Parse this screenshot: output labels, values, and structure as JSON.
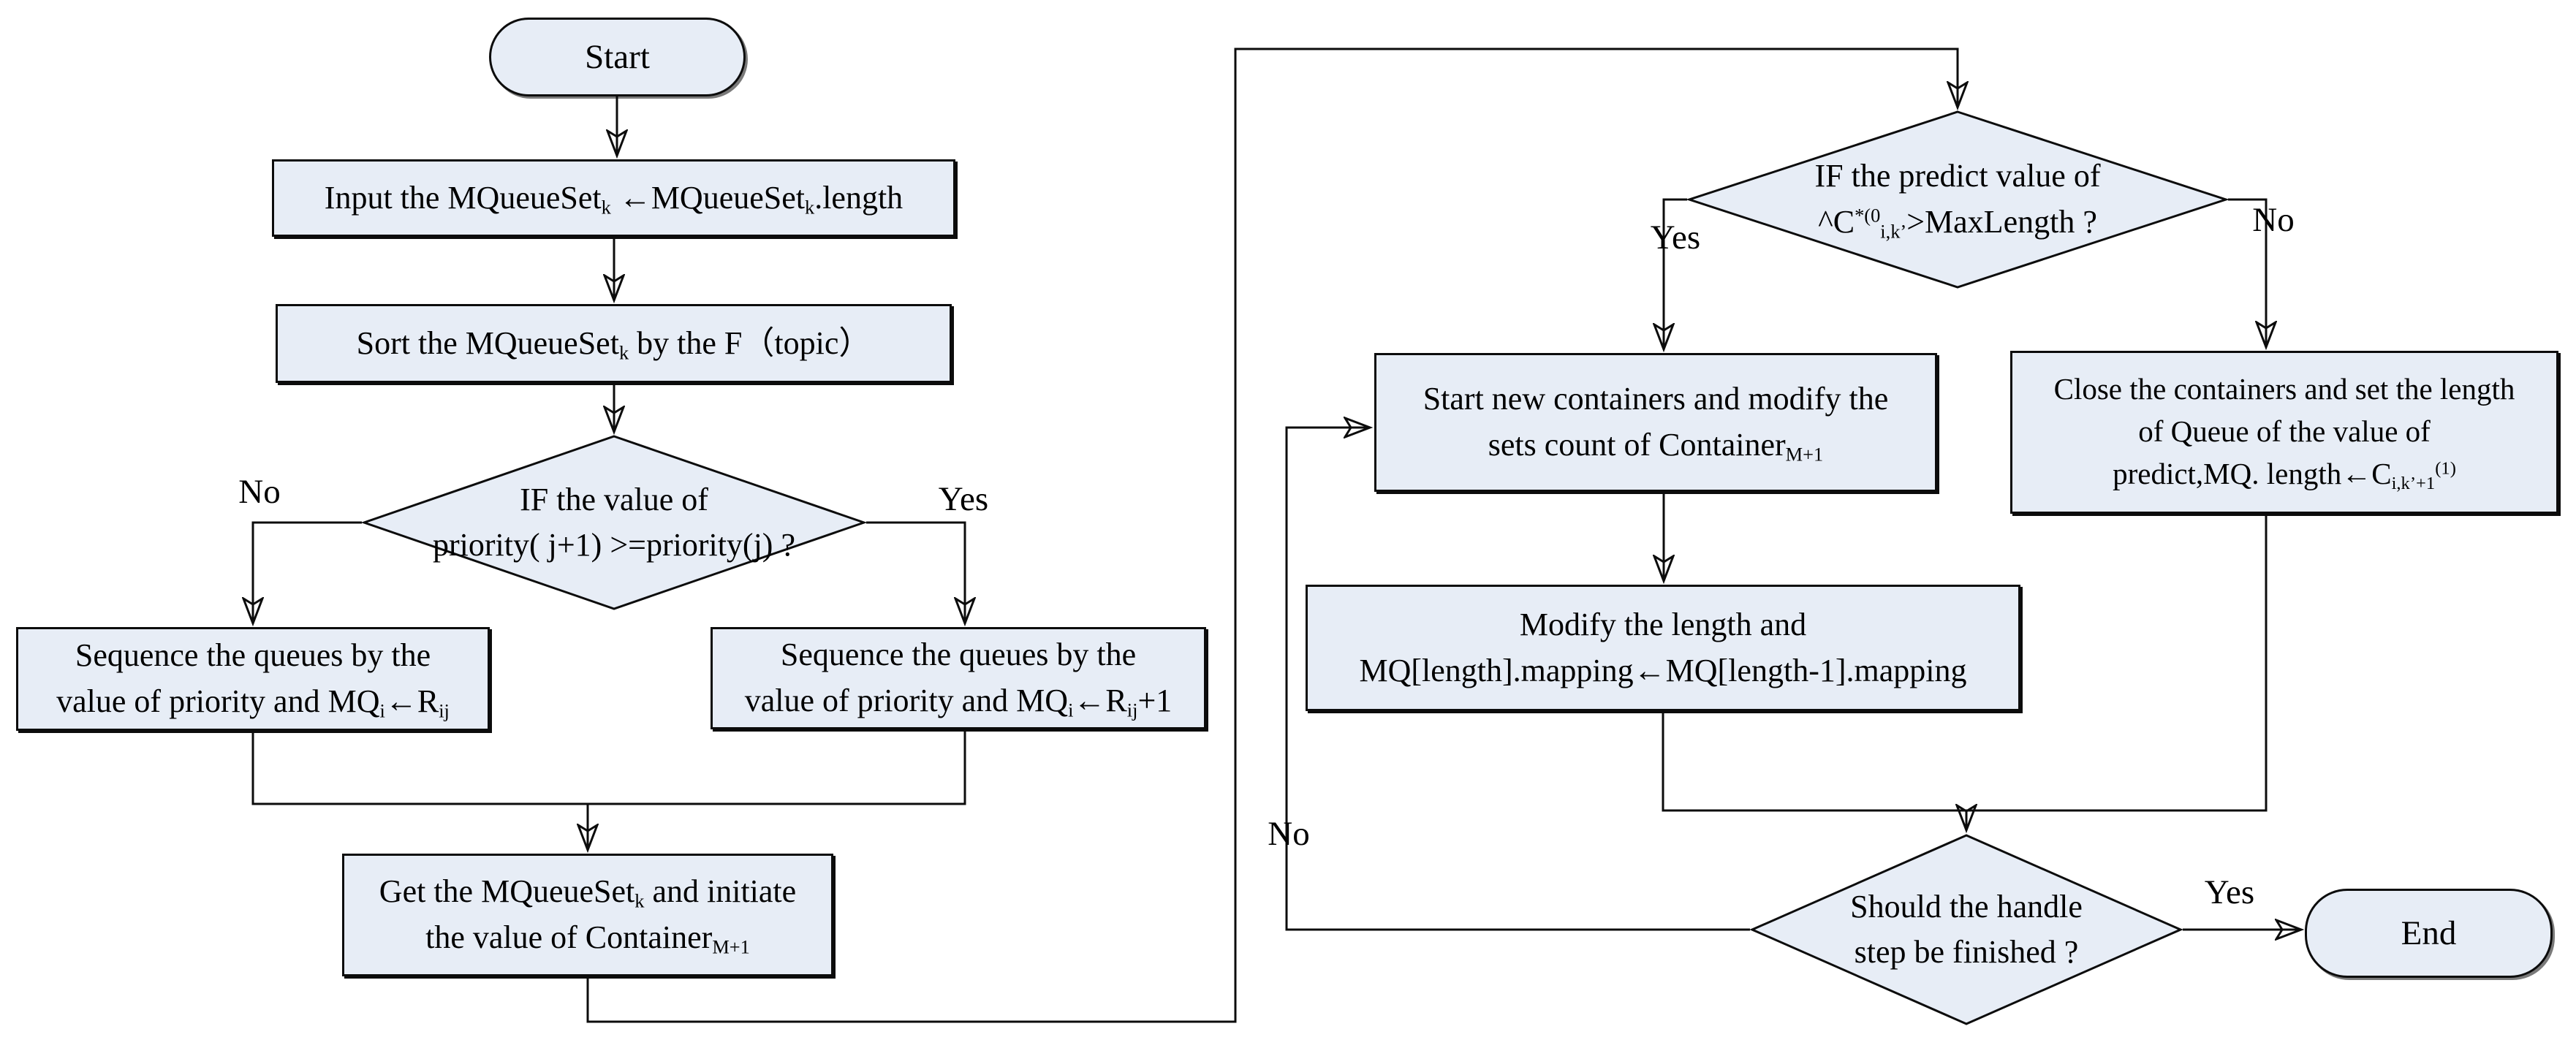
{
  "colors": {
    "node_fill": "#e7edf6",
    "node_border": "#0c0c0c",
    "connector": "#0c0c0c"
  },
  "nodes": {
    "start": {
      "label": "Start"
    },
    "input": {
      "lines": [
        [
          [
            "Input the MQueueSet"
          ],
          [
            "k",
            "sub"
          ],
          [
            " ←MQueueSet"
          ],
          [
            "k",
            "sub"
          ],
          [
            ".length"
          ]
        ]
      ]
    },
    "sort": {
      "lines": [
        [
          [
            "Sort the MQueueSet"
          ],
          [
            "k",
            "sub"
          ],
          [
            " by the F（topic）"
          ]
        ]
      ]
    },
    "decision_priority": {
      "lines": [
        [
          [
            "IF the value of"
          ]
        ],
        [
          [
            "priority( j+1) >=priority(j) ?"
          ]
        ]
      ]
    },
    "sequence_left": {
      "lines": [
        [
          [
            "Sequence the queues by the"
          ]
        ],
        [
          [
            "value of priority and MQ"
          ],
          [
            "i",
            "sub"
          ],
          [
            "←R"
          ],
          [
            "ij",
            "sub"
          ]
        ]
      ]
    },
    "sequence_right": {
      "lines": [
        [
          [
            "Sequence the queues by the"
          ]
        ],
        [
          [
            "value of priority and MQ"
          ],
          [
            "i",
            "sub"
          ],
          [
            "←R"
          ],
          [
            "ij",
            "sub"
          ],
          [
            "+1"
          ]
        ]
      ]
    },
    "get_initiate": {
      "lines": [
        [
          [
            "Get the MQueueSet"
          ],
          [
            "k",
            "sub"
          ],
          [
            " and initiate"
          ]
        ],
        [
          [
            "the value of Container"
          ],
          [
            "M+1",
            "sub"
          ]
        ]
      ]
    },
    "decision_predict": {
      "lines": [
        [
          [
            "IF the predict value of"
          ]
        ],
        [
          [
            "^C"
          ],
          [
            "*(0",
            "sup"
          ],
          [
            "i,k’",
            "sub"
          ],
          [
            ">MaxLength ?"
          ]
        ]
      ]
    },
    "start_new_containers": {
      "lines": [
        [
          [
            "Start new containers and modify the"
          ]
        ],
        [
          [
            "sets count of Container"
          ],
          [
            "M+1",
            "sub"
          ]
        ]
      ]
    },
    "close_containers": {
      "lines": [
        [
          [
            "Close the containers and set the length"
          ]
        ],
        [
          [
            "of Queue of the value of"
          ]
        ],
        [
          [
            "predict,MQ. length←C"
          ],
          [
            "i,k’+1",
            "sub"
          ],
          [
            "(1)",
            "sup"
          ]
        ]
      ]
    },
    "modify_length": {
      "lines": [
        [
          [
            "Modify the length and"
          ]
        ],
        [
          [
            "MQ[length].mapping←MQ[length-1].mapping"
          ]
        ]
      ]
    },
    "decision_finish": {
      "lines": [
        [
          [
            "Should the handle"
          ]
        ],
        [
          [
            "step be finished ?"
          ]
        ]
      ]
    },
    "end": {
      "label": "End"
    }
  },
  "edge_labels": {
    "d1_no": "No",
    "d1_yes": "Yes",
    "d2_yes": "Yes",
    "d2_no": "No",
    "d3_no": "No",
    "d3_yes": "Yes"
  }
}
